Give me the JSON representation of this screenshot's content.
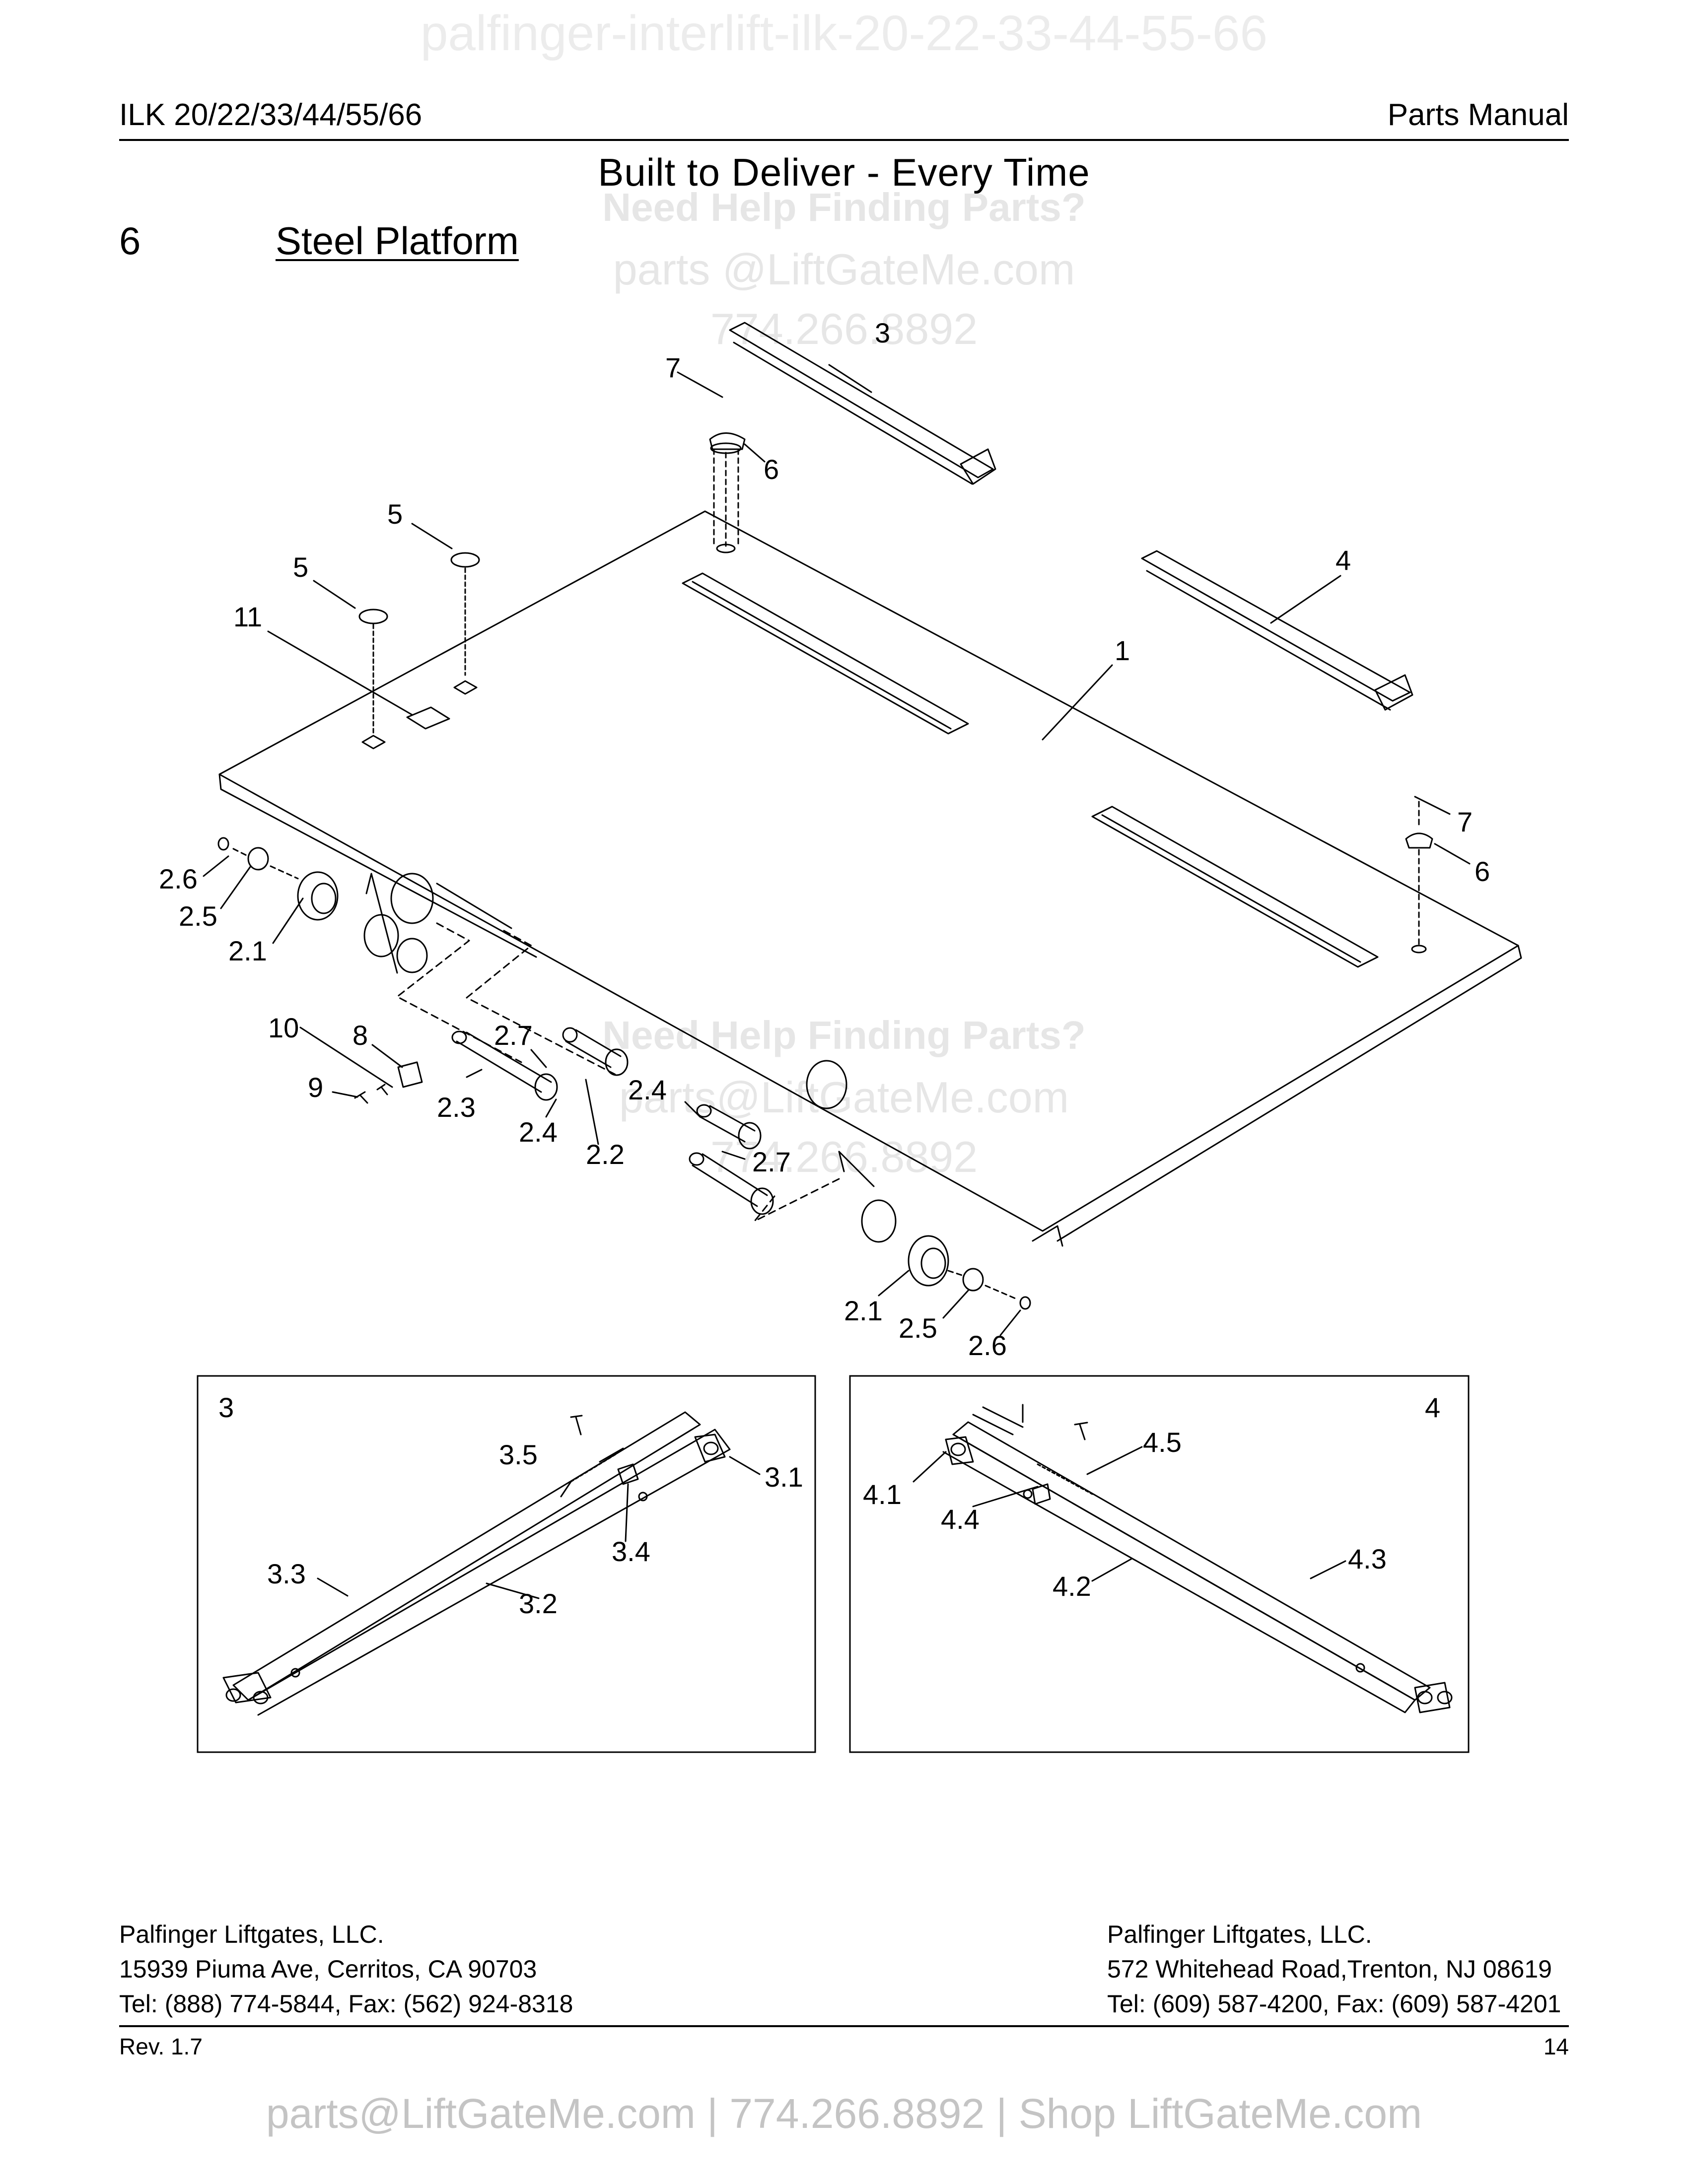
{
  "watermarks": {
    "top_url": "palfinger-interlift-ilk-20-22-33-44-55-66",
    "help_text": "Need Help Finding Parts?",
    "email": "parts @LiftGateMe.com",
    "phone": "774.266.8892",
    "email_mid": "parts@LiftGateMe.com"
  },
  "header": {
    "model": "ILK 20/22/33/44/55/66",
    "doc_type": "Parts Manual",
    "tagline": "Built to Deliver - Every Time"
  },
  "section": {
    "number": "6",
    "title": "Steel Platform"
  },
  "callouts": {
    "c1": "1",
    "c3": "3",
    "c4": "4",
    "c5": "5",
    "c6": "6",
    "c7": "7",
    "c8": "8",
    "c9": "9",
    "c10": "10",
    "c11": "11",
    "c2_1": "2.1",
    "c2_2": "2.2",
    "c2_3": "2.3",
    "c2_4": "2.4",
    "c2_5": "2.5",
    "c2_6": "2.6",
    "c2_7": "2.7"
  },
  "detail_3": {
    "label": "3",
    "parts": [
      "3.1",
      "3.2",
      "3.3",
      "3.4",
      "3.5"
    ]
  },
  "detail_4": {
    "label": "4",
    "parts": [
      "4.1",
      "4.2",
      "4.3",
      "4.4",
      "4.5"
    ]
  },
  "footer": {
    "west": {
      "company": "Palfinger Liftgates, LLC.",
      "address": "15939 Piuma Ave, Cerritos, CA 90703",
      "phone": "Tel: (888) 774-5844, Fax: (562) 924-8318"
    },
    "east": {
      "company": "Palfinger Liftgates, LLC.",
      "address": "572 Whitehead Road,Trenton, NJ 08619",
      "phone": "Tel: (609) 587-4200, Fax: (609) 587-4201"
    },
    "revision": "Rev. 1.7",
    "page_number": "14"
  },
  "promo": "parts@LiftGateMe.com | 774.266.8892 | Shop LiftGateMe.com"
}
